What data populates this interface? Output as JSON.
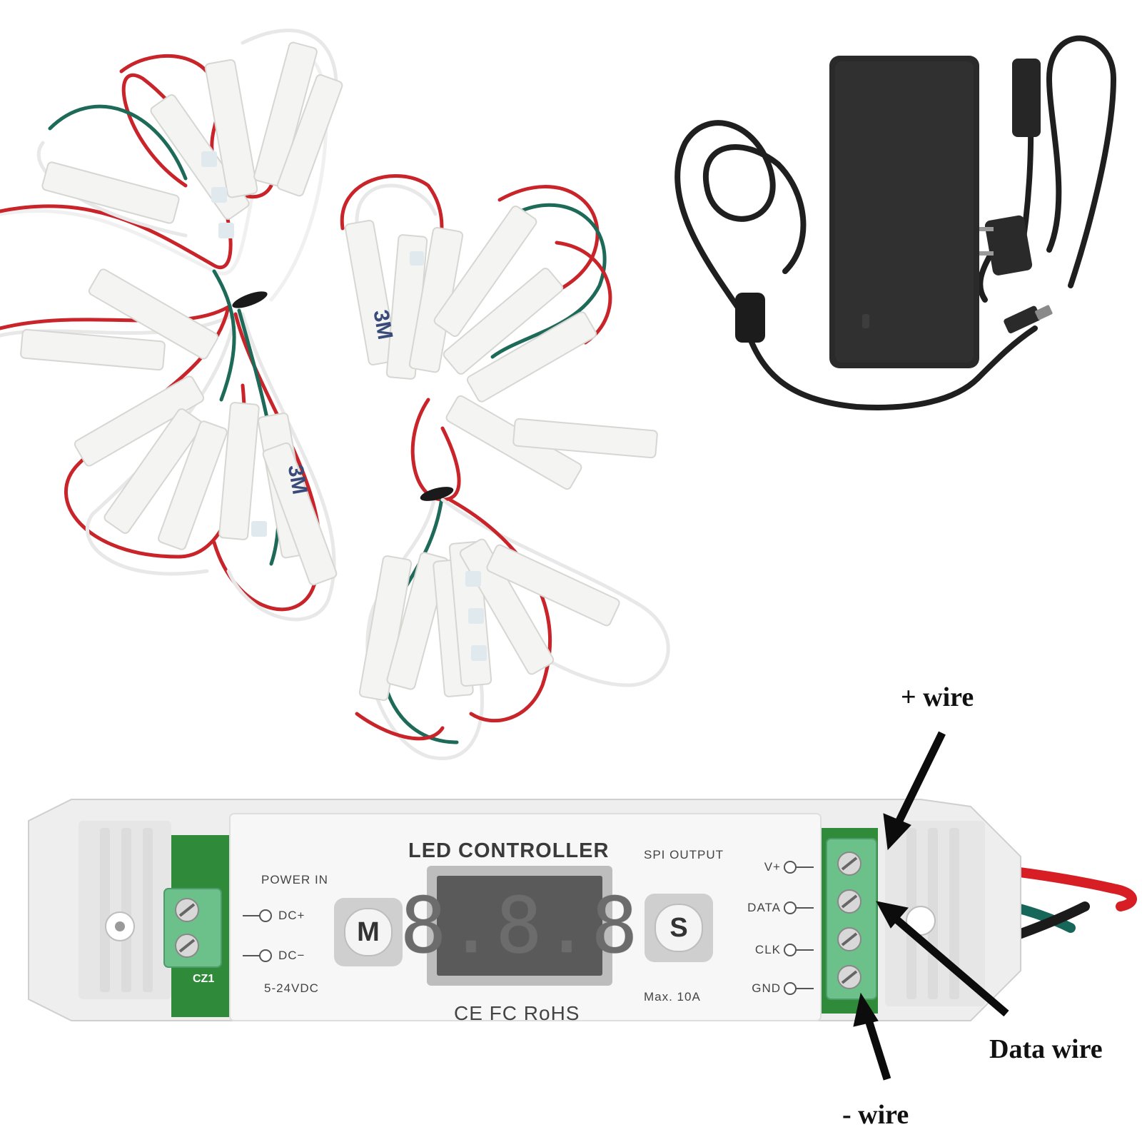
{
  "controller": {
    "title": "LED CONTROLLER",
    "power_in_label": "POWER IN",
    "dc_plus_label": "DC+",
    "dc_minus_label": "DC−",
    "voltage_label": "5-24VDC",
    "connector_label": "CZ1",
    "mode_button_label": "M",
    "speed_button_label": "S",
    "display_text": "8.8.8",
    "spi_output_label": "SPI OUTPUT",
    "vplus_label": "V+",
    "data_label": "DATA",
    "clk_label": "CLK",
    "gnd_label": "GND",
    "max_current_label": "Max. 10A",
    "certifications": "CE FC RoHS"
  },
  "annotations": {
    "plus_wire": "+ wire",
    "data_wire": "Data wire",
    "minus_wire": "- wire"
  },
  "colors": {
    "wire_red": "#c8242a",
    "wire_green": "#1e6a58",
    "wire_white": "#f2f2f2",
    "wire_black": "#1b1b1b",
    "pcb_green": "#2f8a3a",
    "terminal_green": "#6cc08a",
    "adapter_black": "#242424"
  }
}
